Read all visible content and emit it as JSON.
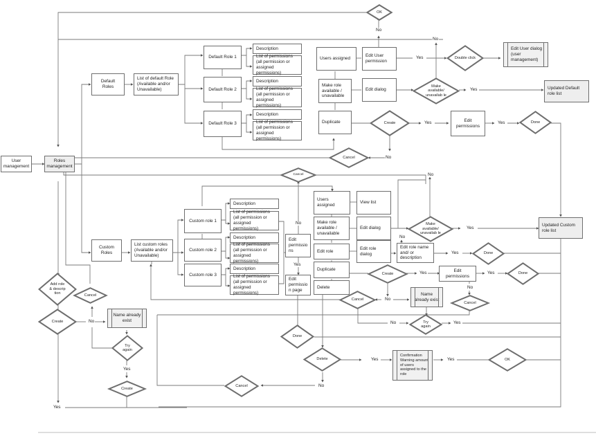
{
  "diagram": {
    "title": "Roles management flow",
    "colors": {
      "line": "#6e6e6e",
      "box_fill": "#ffffff",
      "highlight_fill": "#eeeeee",
      "text": "#222222"
    },
    "nodes": {
      "user_management": "User management",
      "roles_management": "Roles management",
      "default_roles": "Default Roles",
      "list_default": "List of default Role (Available and/or Unavailable)",
      "default_role_1": "Default Role 1",
      "default_role_2": "Default Role 2",
      "default_role_3": "Default Role 3",
      "description": "Description",
      "list_permissions": "List of permissions (all permission or assigned permissions)",
      "users_assigned": "Users assigned",
      "edit_user_permission": "Edit User permission",
      "make_role_available": "Make role available / unavailable",
      "edit_dialog": "Edit dialog",
      "duplicate": "Duplicate",
      "edit_user_dialog": "Edit User dialog (user management)",
      "updated_default": "Updated Default role list",
      "edit_permissions": "Edit permissions",
      "custom_roles": "Custom Roles",
      "list_custom": "List custom roles (Available and/or Unavailable)",
      "custom_role_1": "Custom role 1",
      "custom_role_2": "Custom role  2",
      "custom_role_3": "Custom role  3",
      "edit_permissions_short": "Edit permissio ns",
      "edit_permission_page": "Edit permissio n page",
      "view_list": "View list",
      "edit_role": "Edit role",
      "edit_role_dialog": "Edit role dialog",
      "edit_role_name": "Edit role name and/ or description",
      "delete": "Delete",
      "updated_custom": "Updated Custom role list",
      "name_already_exist": "Name already exist",
      "confirmation_warning": "Confirmation Warning amount of users assigned to the role"
    },
    "decisions": {
      "ok": "OK",
      "double_click": "Double click",
      "make_available": "Make available/ unavailab le",
      "create": "Create",
      "done": "Done",
      "cancel": "Cancel",
      "add_role": "Add role & descrip tion",
      "try_again": "Try again",
      "delete": "Delete"
    },
    "labels": {
      "yes": "Yes",
      "no": "No"
    }
  }
}
